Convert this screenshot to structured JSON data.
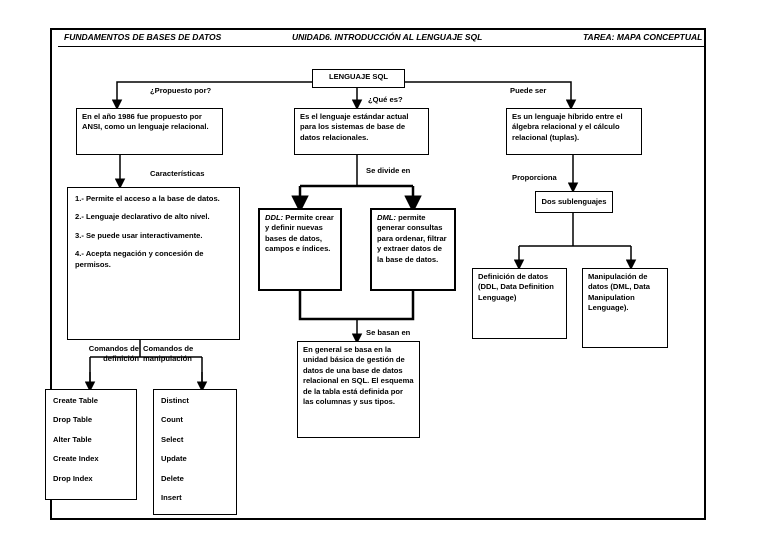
{
  "header": {
    "course": "FUNDAMENTOS DE BASES DE DATOS",
    "unit": "UNIDAD6. INTRODUCCIÓN AL LENGUAJE SQL",
    "task": "TAREA: MAPA CONCEPTUAL"
  },
  "root": "LENGUAJE SQL",
  "links": {
    "proposed": "¿Propuesto por?",
    "what": "¿Qué es?",
    "can_be": "Puede ser",
    "characteristics": "Características",
    "divides": "Se divide en",
    "based": "Se basan en",
    "provides": "Proporciona",
    "def_commands": "Comandos de definición",
    "manip_commands": "Comandos de manipulación"
  },
  "left": {
    "origin": "En el año 1986 fue propuesto por ANSI, como un lenguaje relacional.",
    "characteristics": [
      "1.- Permite el acceso a la base de datos.",
      "2.- Lenguaje declarativo de alto nivel.",
      "3.- Se puede usar interactivamente.",
      "4.- Acepta negación y concesión de permisos."
    ],
    "def_list": [
      "Create Table",
      "Drop Table",
      "Alter Table",
      "Create Index",
      "Drop Index"
    ],
    "manip_list": [
      "Distinct",
      "Count",
      "Select",
      "Update",
      "Delete",
      "Insert"
    ]
  },
  "center": {
    "definition": "Es el lenguaje estándar actual para los sistemas de base de datos relacionales.",
    "ddl_term": "DDL:",
    "ddl_text": " Permite crear y definir nuevas bases de datos, campos e índices.",
    "dml_term": "DML:",
    "dml_text": " permite generar consultas para ordenar, filtrar y extraer datos de la base de datos.",
    "basis": "En general se basa en la unidad básica de gestión de datos de una base de datos relacional en SQL. El esquema de la tabla está definida por las columnas y sus tipos."
  },
  "right": {
    "hybrid": "Es un lenguaje híbrido entre el álgebra relacional y el cálculo relacional (tuplas).",
    "sublanguages": "Dos sublenguajes",
    "ddl_def": "Definición de datos (DDL, Data Definition Lenguage)",
    "dml_def": "Manipulación de datos  (DML, Data Manipulation Lenguage)."
  }
}
